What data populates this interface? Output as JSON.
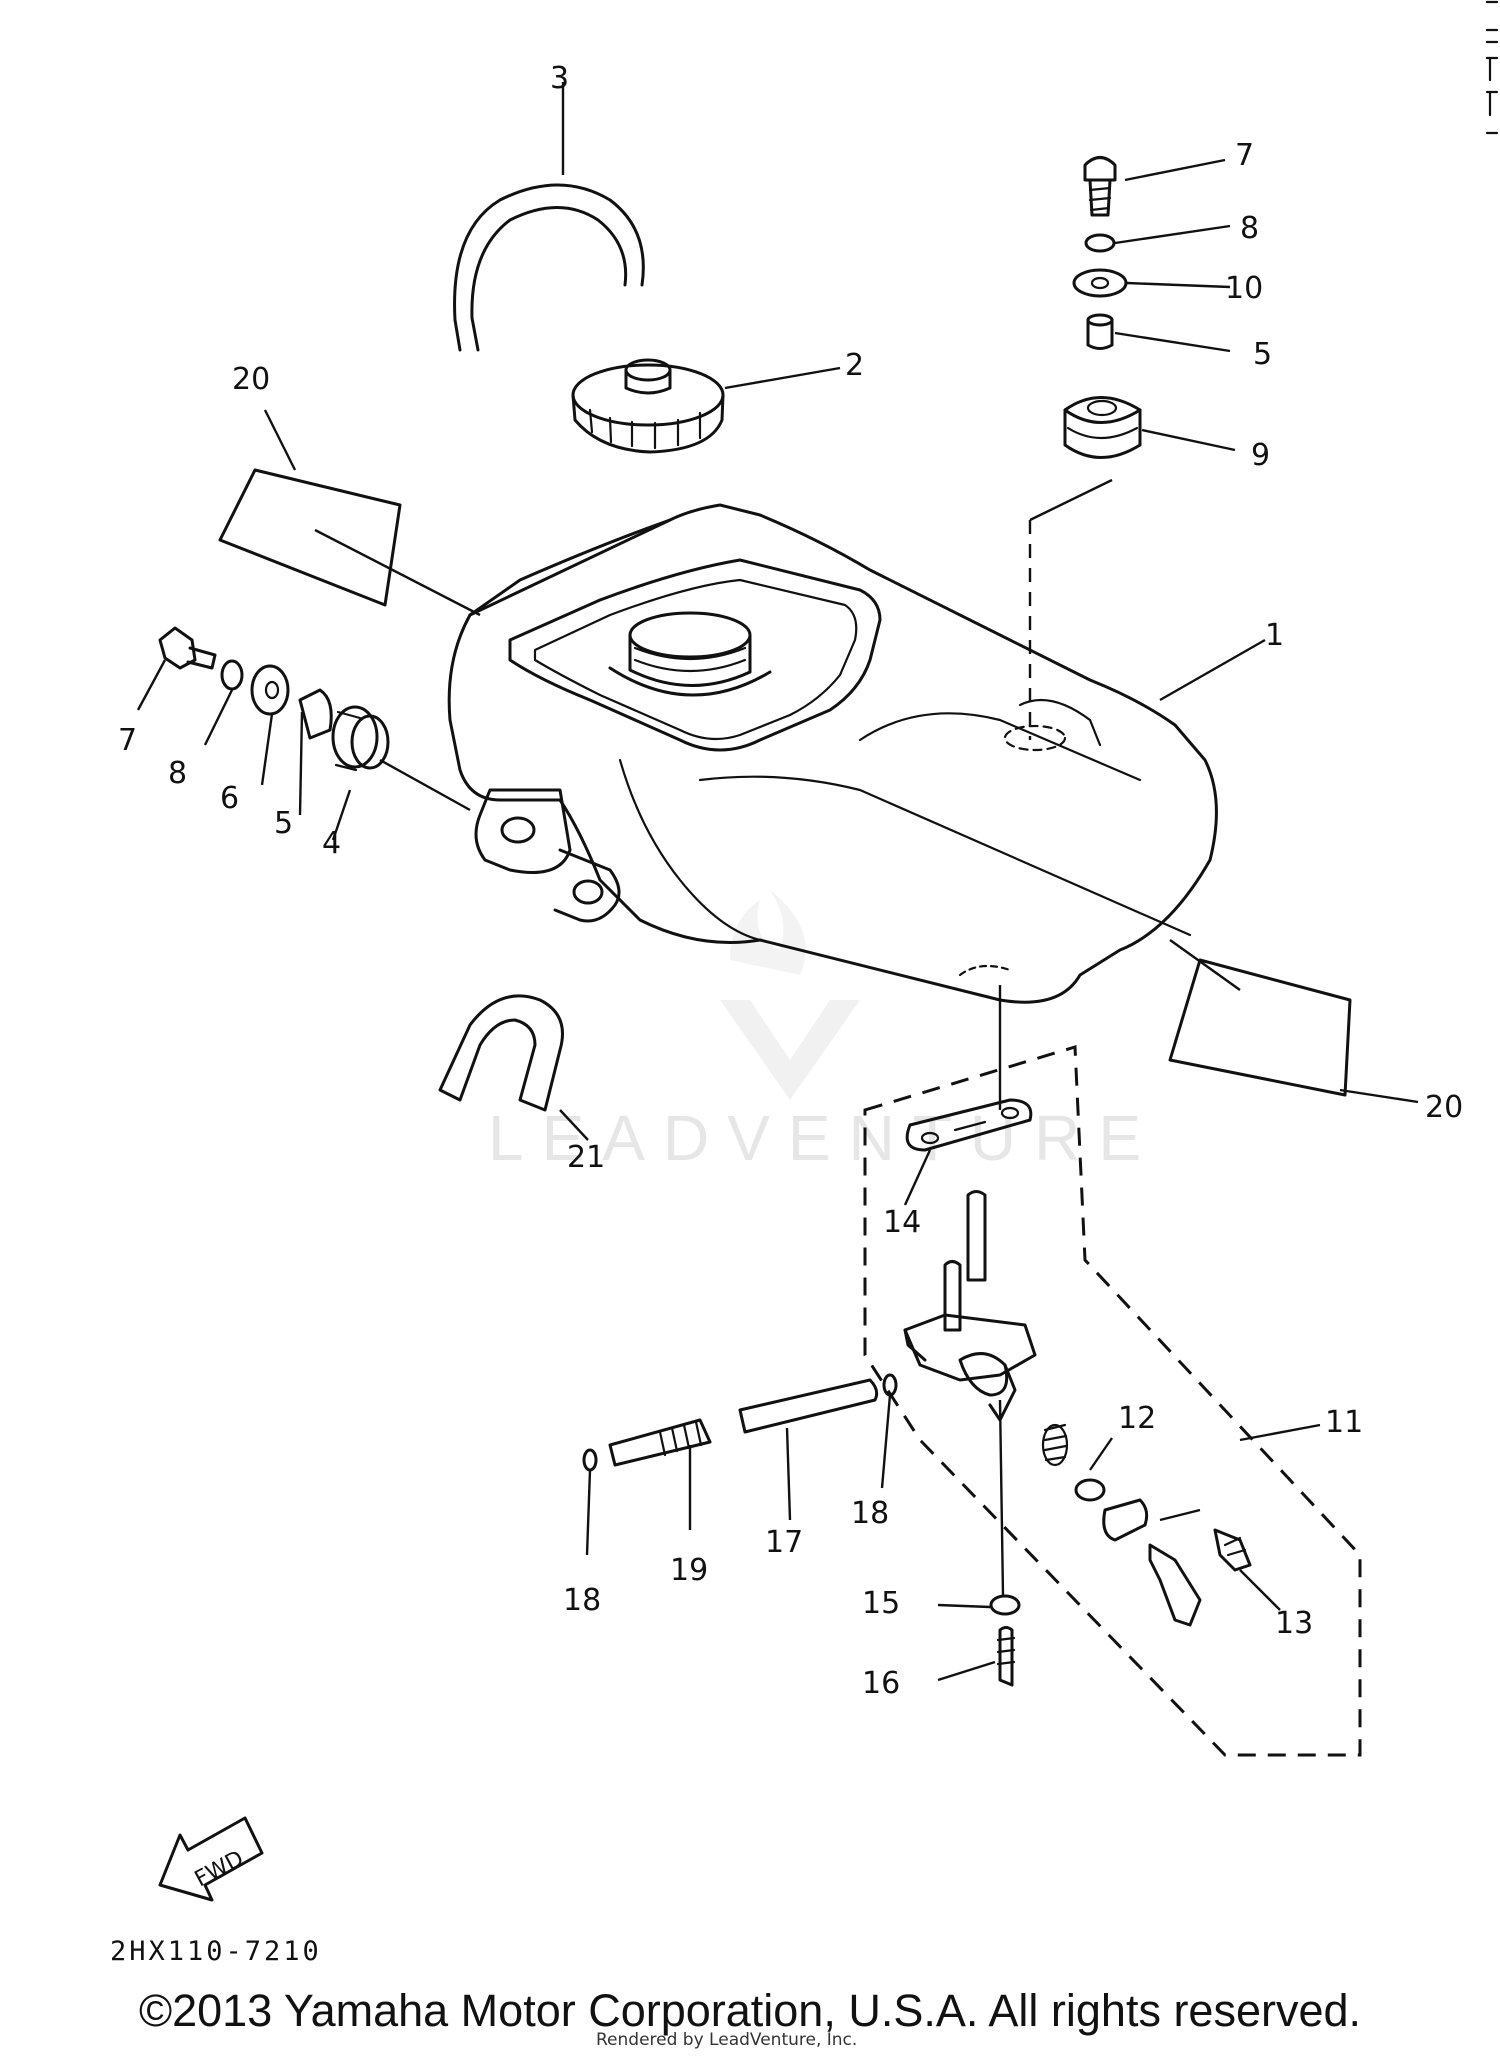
{
  "diagram": {
    "part_numbers": [
      "1",
      "2",
      "3",
      "4",
      "5",
      "6",
      "7",
      "8",
      "9",
      "10",
      "11",
      "12",
      "13",
      "14",
      "15",
      "16",
      "17",
      "18",
      "19",
      "20",
      "21"
    ],
    "fwd_label": "FWD",
    "drawing_code": "2HX110-7210",
    "watermark": "LEADVENTURE"
  },
  "footer": {
    "copyright": "©2013 Yamaha Motor Corporation, U.S.A. All rights reserved.",
    "rendered_by": "Rendered by LeadVenture, Inc."
  }
}
